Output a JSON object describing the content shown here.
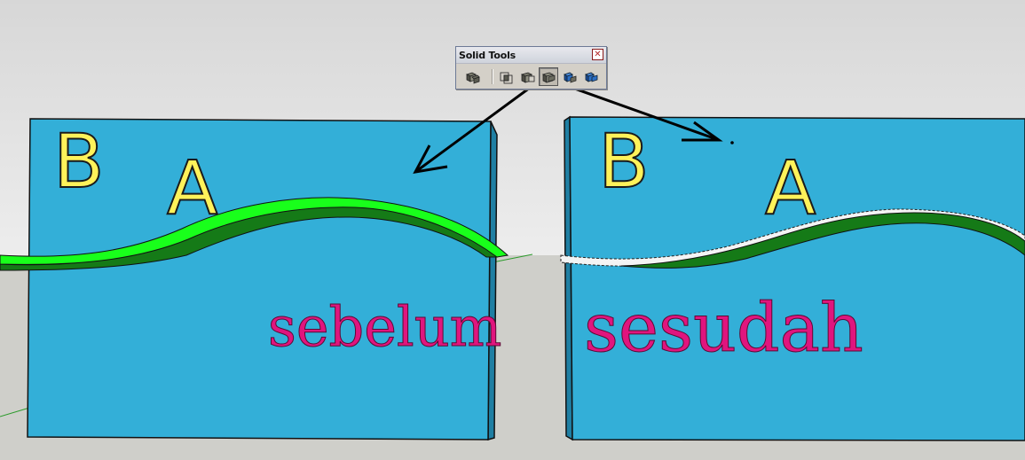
{
  "toolbar": {
    "title": "Solid Tools",
    "close_symbol": "✕",
    "tools": [
      {
        "name": "union-tool-icon",
        "active": false
      },
      {
        "name": "intersect-tool-icon",
        "active": false
      },
      {
        "name": "subtract-tool-icon",
        "active": false
      },
      {
        "name": "trim-tool-icon",
        "active": true
      },
      {
        "name": "split-tool-icon",
        "active": false
      },
      {
        "name": "outer-shell-tool-icon",
        "active": false
      }
    ]
  },
  "panels": {
    "left": {
      "letter_b": "B",
      "letter_a": "A",
      "caption": "sebelum"
    },
    "right": {
      "letter_b": "B",
      "letter_a": "A",
      "caption": "sesudah"
    }
  },
  "colors": {
    "sky": "#e6e6e6",
    "ground": "#cfcfca",
    "box_face": "#33afd8",
    "box_side": "#1f7fa3",
    "solid_green": "#19ff1b",
    "solid_dark_green": "#157a17",
    "caption": "#e0157e",
    "letter": "#fff25a"
  }
}
